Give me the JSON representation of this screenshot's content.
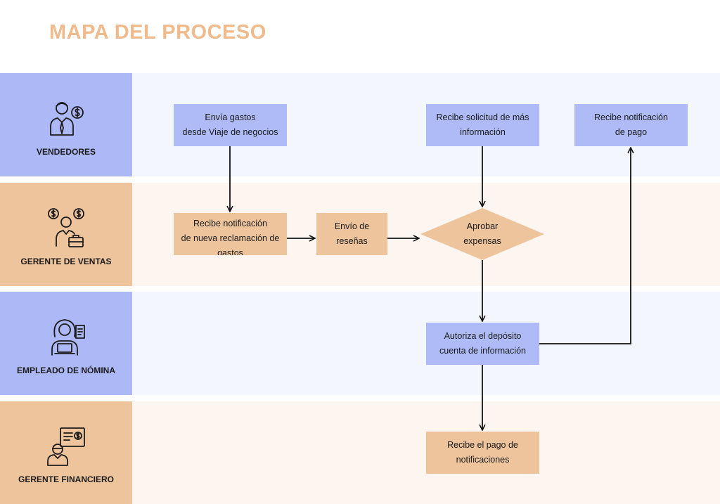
{
  "title": "MAPA DEL PROCESO",
  "lanes": [
    {
      "name": "VENDEDORES",
      "icon": "salesman-dollar-icon"
    },
    {
      "name": "GERENTE DE VENTAS",
      "icon": "manager-briefcase-dollar-icon"
    },
    {
      "name": "EMPLEADO DE NÓMINA",
      "icon": "payroll-clerk-laptop-icon"
    },
    {
      "name": "GERENTE FINANCIERO",
      "icon": "finance-manager-dollar-icon"
    }
  ],
  "steps": {
    "send_expenses": "Envía gastos\ndesde Viaje de negocios",
    "request_info": "Recibe solicitud de más\ninformación",
    "payment_notice": "Recibe notificación\nde pago",
    "claim_notice": "Recibe notificación\nde nueva reclamación de\ngastos",
    "send_reviews": "Envío de\nreseñas",
    "approve": "Aprobar\nexpensas",
    "authorize_deposit": "Autoriza el depósito\ncuenta de información",
    "payment_received": "Recibe el pago de\nnotificaciones"
  },
  "colors": {
    "title": "#efbb8c",
    "lane_blue": "#adb8f7",
    "lane_orange": "#eec49c",
    "bg_blue": "#f4f6fd",
    "bg_orange": "#fcf5f0"
  }
}
